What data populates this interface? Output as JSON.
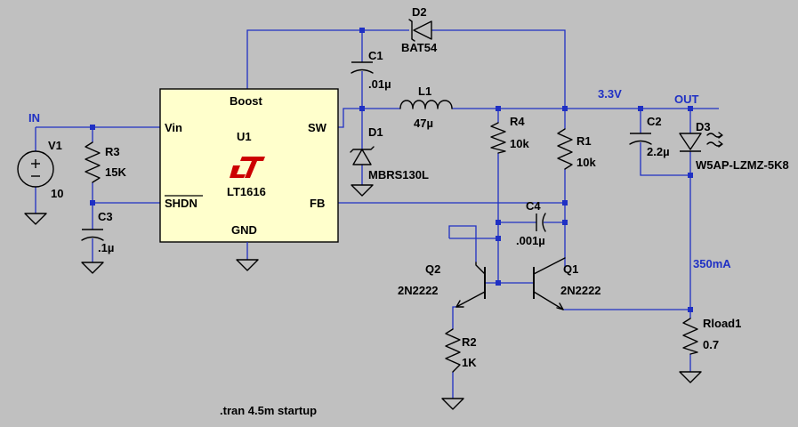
{
  "nets": {
    "in": "IN",
    "out": "OUT",
    "v33": "3.3V",
    "i350": "350mA"
  },
  "ic": {
    "ref": "U1",
    "part": "LT1616",
    "pins": {
      "boost": "Boost",
      "vin": "Vin",
      "sw": "SW",
      "shdn": "SHDN",
      "fb": "FB",
      "gnd": "GND"
    }
  },
  "components": {
    "v1": {
      "ref": "V1",
      "value": "10"
    },
    "r3": {
      "ref": "R3",
      "value": "15K"
    },
    "c3": {
      "ref": "C3",
      "value": ".1µ"
    },
    "c1": {
      "ref": "C1",
      "value": ".01µ"
    },
    "d2": {
      "ref": "D2",
      "value": "BAT54"
    },
    "l1": {
      "ref": "L1",
      "value": "47µ"
    },
    "d1": {
      "ref": "D1",
      "value": "MBRS130L"
    },
    "r4": {
      "ref": "R4",
      "value": "10k"
    },
    "r1": {
      "ref": "R1",
      "value": "10k"
    },
    "c4": {
      "ref": "C4",
      "value": ".001µ"
    },
    "c2": {
      "ref": "C2",
      "value": "2.2µ"
    },
    "d3": {
      "ref": "D3",
      "value": "W5AP-LZMZ-5K8"
    },
    "q2": {
      "ref": "Q2",
      "value": "2N2222"
    },
    "q1": {
      "ref": "Q1",
      "value": "2N2222"
    },
    "r2": {
      "ref": "R2",
      "value": "1K"
    },
    "rload": {
      "ref": "Rload1",
      "value": "0.7"
    }
  },
  "directive": ".tran 4.5m startup",
  "colors": {
    "background": "#c0c0c0",
    "wire": "#1f30c4",
    "ic_fill": "#ffffcc",
    "logo": "#cc0000"
  },
  "icons": {
    "ic_logo": "linear-technology-logo"
  }
}
